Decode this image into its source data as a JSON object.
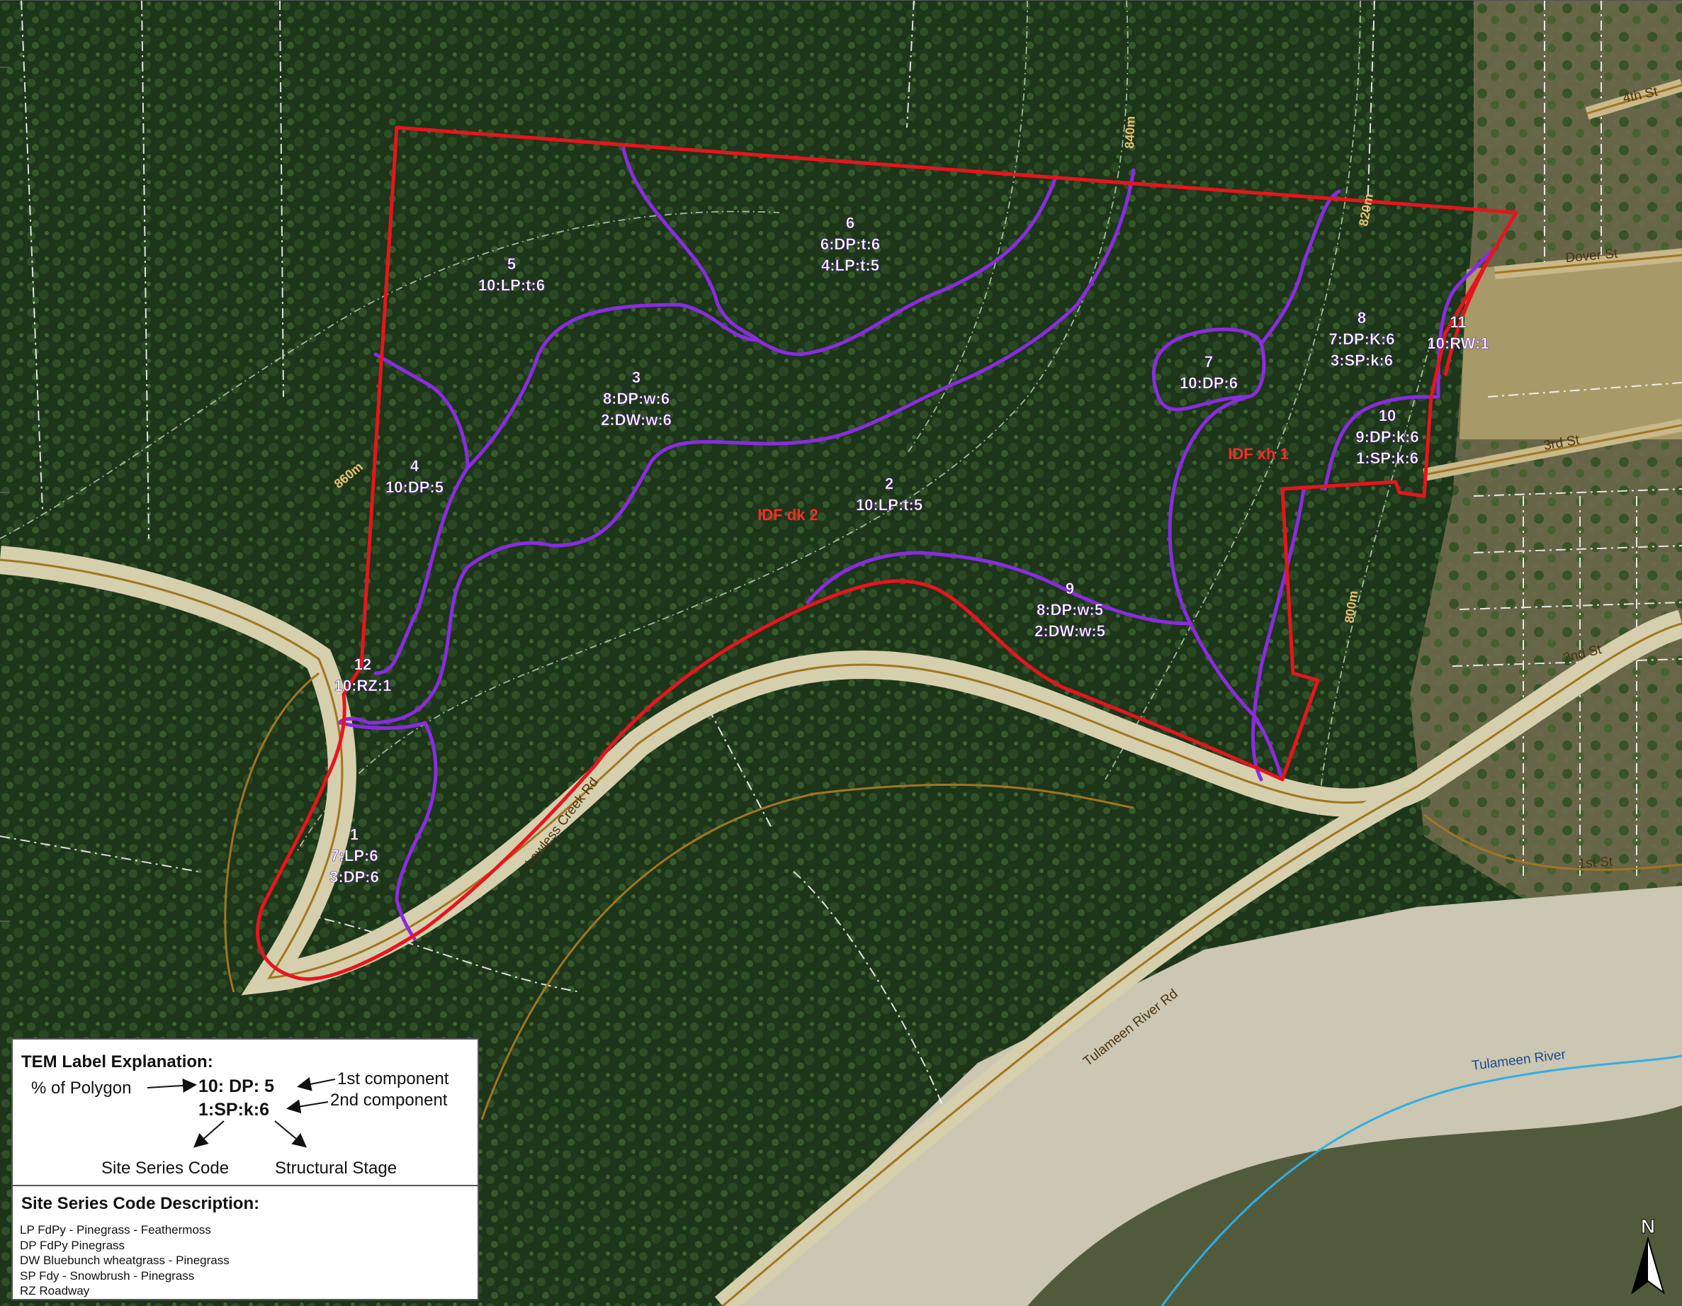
{
  "colors": {
    "forest": "#1f3a1c",
    "forest_light": "#3e5e2e",
    "study_boundary": "#e8141d",
    "polygon_line": "#8a2be2",
    "road": "#a0761f",
    "river": "#2eaee6",
    "contour": "#cfe6c8",
    "parcel": "#ffffff",
    "label_text": "#ffffff",
    "bec_text": "#ff2a2a"
  },
  "polygons": [
    {
      "id": "1",
      "line1": "7:LP:6",
      "line2": "3:DP:6"
    },
    {
      "id": "2",
      "line1": "10:LP:t:5",
      "line2": ""
    },
    {
      "id": "3",
      "line1": "8:DP:w:6",
      "line2": "2:DW:w:6"
    },
    {
      "id": "4",
      "line1": "10:DP:5",
      "line2": ""
    },
    {
      "id": "5",
      "line1": "10:LP:t:6",
      "line2": ""
    },
    {
      "id": "6",
      "line1": "6:DP:t:6",
      "line2": "4:LP:t:5"
    },
    {
      "id": "7",
      "line1": "10:DP:6",
      "line2": ""
    },
    {
      "id": "8",
      "line1": "7:DP:K:6",
      "line2": "3:SP:k:6"
    },
    {
      "id": "9",
      "line1": "8:DP:w:5",
      "line2": "2:DW:w:5"
    },
    {
      "id": "10",
      "line1": "9:DP:k:6",
      "line2": "1:SP:k:6"
    },
    {
      "id": "11",
      "line1": "10:RW:1",
      "line2": ""
    },
    {
      "id": "12",
      "line1": "10:RZ:1",
      "line2": ""
    }
  ],
  "bec_zones": [
    "IDF dk 2",
    "IDF xh 1"
  ],
  "contours": [
    "840m",
    "820m",
    "860m",
    "800m"
  ],
  "streets": [
    "4th St",
    "Dover St",
    "3rd St",
    "2nd St",
    "1st St",
    "Lawless Creek Rd",
    "Tulameen River Rd"
  ],
  "river": "Tulameen River",
  "legend": {
    "title": "TEM Label Explanation:",
    "pct_label": "% of Polygon",
    "example_line1": "10: DP: 5",
    "example_line2": "1:SP:k:6",
    "first_component": "1st component",
    "second_component": "2nd component",
    "site_series_code": "Site Series Code",
    "structural_stage": "Structural Stage",
    "description_title": "Site Series Code Description:",
    "codes": [
      "LP FdPy - Pinegrass - Feathermoss",
      "DP FdPy Pinegrass",
      "DW Bluebunch wheatgrass - Pinegrass",
      "SP Fdy - Snowbrush - Pinegrass",
      "RZ Roadway"
    ]
  },
  "north_arrow": "N"
}
